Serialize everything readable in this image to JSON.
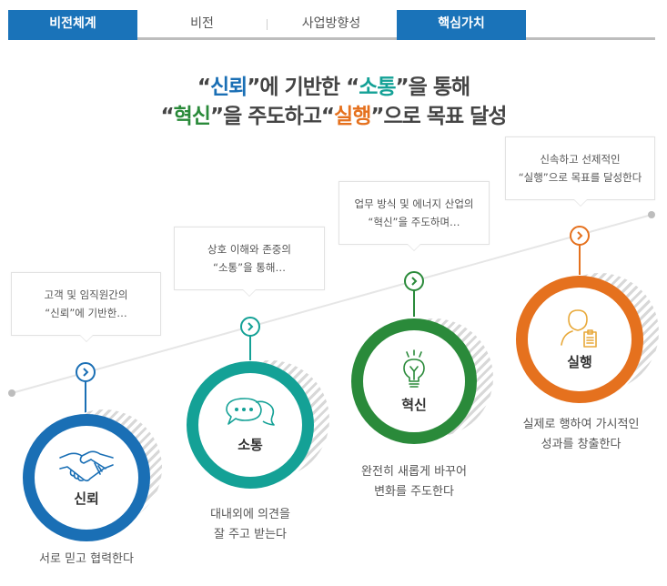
{
  "tabs": [
    {
      "label": "비전체계",
      "active": true
    },
    {
      "label": "비전",
      "active": false
    },
    {
      "label": "사업방향성",
      "active": false
    },
    {
      "label": "핵심가치",
      "active": true
    }
  ],
  "headline": {
    "line1": {
      "q1": "“",
      "w1": "신뢰",
      "q2": "”",
      "t1": "에 기반한 ",
      "q3": "“",
      "w2": "소통",
      "q4": "”",
      "t2": "을 통해"
    },
    "line2": {
      "q1": "“",
      "w1": "혁신",
      "q2": "”",
      "t1": "을 주도하고",
      "q3": "“",
      "w2": "실행",
      "q4": "”",
      "t2": "으로 목표 달성"
    }
  },
  "colors": {
    "blue": "#1a6fb5",
    "teal": "#14a196",
    "green": "#2a8a3a",
    "orange": "#e5711e",
    "tab_active": "#1a73b9"
  },
  "values": [
    {
      "name": "신뢰",
      "icon": "handshake-icon",
      "bubble": [
        "고객 및 임직원간의",
        "“신뢰”에 기반한…"
      ],
      "description": [
        "서로 믿고 협력한다"
      ]
    },
    {
      "name": "소통",
      "icon": "chat-bubbles-icon",
      "bubble": [
        "상호 이해와 존중의",
        "“소통”을 통해…"
      ],
      "description": [
        "대내외에 의견을",
        "잘 주고 받는다"
      ]
    },
    {
      "name": "혁신",
      "icon": "lightbulb-icon",
      "bubble": [
        "업무 방식 및 에너지 산업의",
        "“혁신”을 주도하며…"
      ],
      "description": [
        "완전히 새롭게 바꾸어",
        "변화를 주도한다"
      ]
    },
    {
      "name": "실행",
      "icon": "person-clipboard-icon",
      "bubble": [
        "신속하고 선제적인",
        "“실행”으로 목표를 달성한다"
      ],
      "description": [
        "실제로 행하여 가시적인",
        "성과를 창출한다"
      ]
    }
  ]
}
